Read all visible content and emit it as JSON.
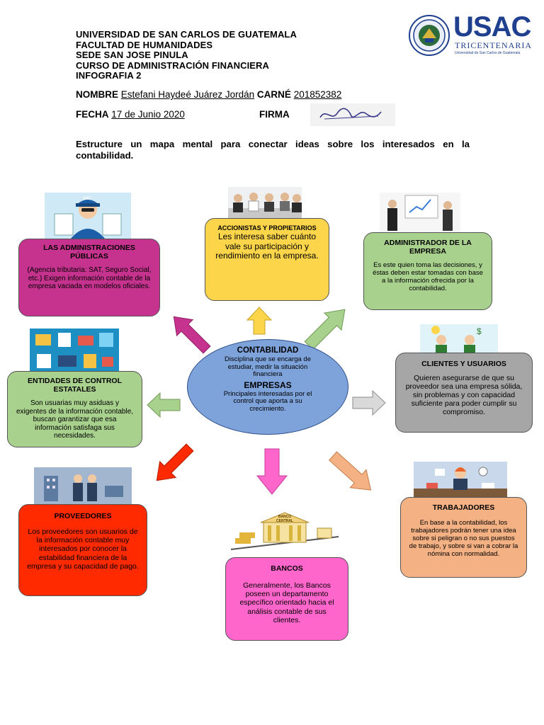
{
  "header": {
    "lines": [
      "UNIVERSIDAD DE SAN CARLOS DE GUATEMALA",
      "FACULTAD DE HUMANIDADES",
      "SEDE SAN JOSE PINULA",
      "CURSO DE ADMINISTRACIÓN FINANCIERA",
      "INFOGRAFIA 2"
    ]
  },
  "logo": {
    "name": "USAC",
    "subtitle": "TRICENTENARIA",
    "tagline": "Universidad de San Carlos de Guatemala"
  },
  "student": {
    "name_label": "NOMBRE",
    "name_value": "Estefani Haydeé Juárez Jordán",
    "carne_label": "CARNÉ",
    "carne_value": "201852382",
    "date_label": "FECHA",
    "date_value": "17 de Junio 2020",
    "signature_label": "FIRMA"
  },
  "task": "Estructure un mapa mental para conectar ideas sobre los interesados en la contabilidad.",
  "center": {
    "title": "CONTABILIDAD",
    "definition": "Disciplina que se encarga de estudiar, medir la situación financiera",
    "subtitle": "EMPRESAS",
    "subtext": "Principales interesadas por el control que aporta a su crecimiento."
  },
  "nodes": {
    "admin_publicas": {
      "title": "LAS ADMINISTRACIONES PÚBLICAS",
      "text": "(Agencia tributaria: SAT, Seguro Social, etc.) Exigen información contable de la empresa vaciada en modelos oficiales."
    },
    "accionistas": {
      "title": "ACCIONISTAS Y PROPIETARIOS",
      "text": "Les interesa saber cuánto vale su participación y rendimiento en la empresa."
    },
    "administrador": {
      "title": "ADMINISTRADOR DE LA EMPRESA",
      "text": "Es este quien toma las decisiones, y éstas deben estar tomadas con base a la información ofrecida por la contabilidad."
    },
    "entidades": {
      "title": "ENTIDADES DE CONTROL ESTATALES",
      "text": "Son usuarias muy asiduas y exigentes de la información contable, buscan garantizar que esa información satisfaga sus necesidades."
    },
    "clientes": {
      "title": "CLIENTES Y USUARIOS",
      "text": "Quieren asegurarse de que su proveedor sea una empresa sólida, sin problemas y con capacidad suficiente para poder cumplir su compromiso."
    },
    "proveedores": {
      "title": "PROVEEDORES",
      "text": "Los proveedores son usuarios de la información contable muy interesados por conocer la estabilidad financiera de la empresa y su capacidad de pago."
    },
    "bancos": {
      "title": "BANCOS",
      "text": "Generalmente, los Bancos poseen un departamento específico orientado hacia el análisis contable de sus clientes."
    },
    "trabajadores": {
      "title": "TRABAJADORES",
      "text": "En base a la contabilidad, los trabajadores podrán tener una idea sobre si peligran o no sus puestos de trabajo, y sobre si van a cobrar la nómina con normalidad."
    }
  },
  "image_labels": {
    "sat_cap": "SAT",
    "bank_sign": "BANCO CENTRAL"
  },
  "colors": {
    "magenta_box": "#c6338f",
    "yellow_box": "#fcd54a",
    "green_box": "#a9d18e",
    "gray_box": "#a6a6a6",
    "red_box": "#ff2a00",
    "pink_box": "#ff66cc",
    "orange_box": "#f4b183",
    "center_ellipse": "#7ea3db"
  }
}
